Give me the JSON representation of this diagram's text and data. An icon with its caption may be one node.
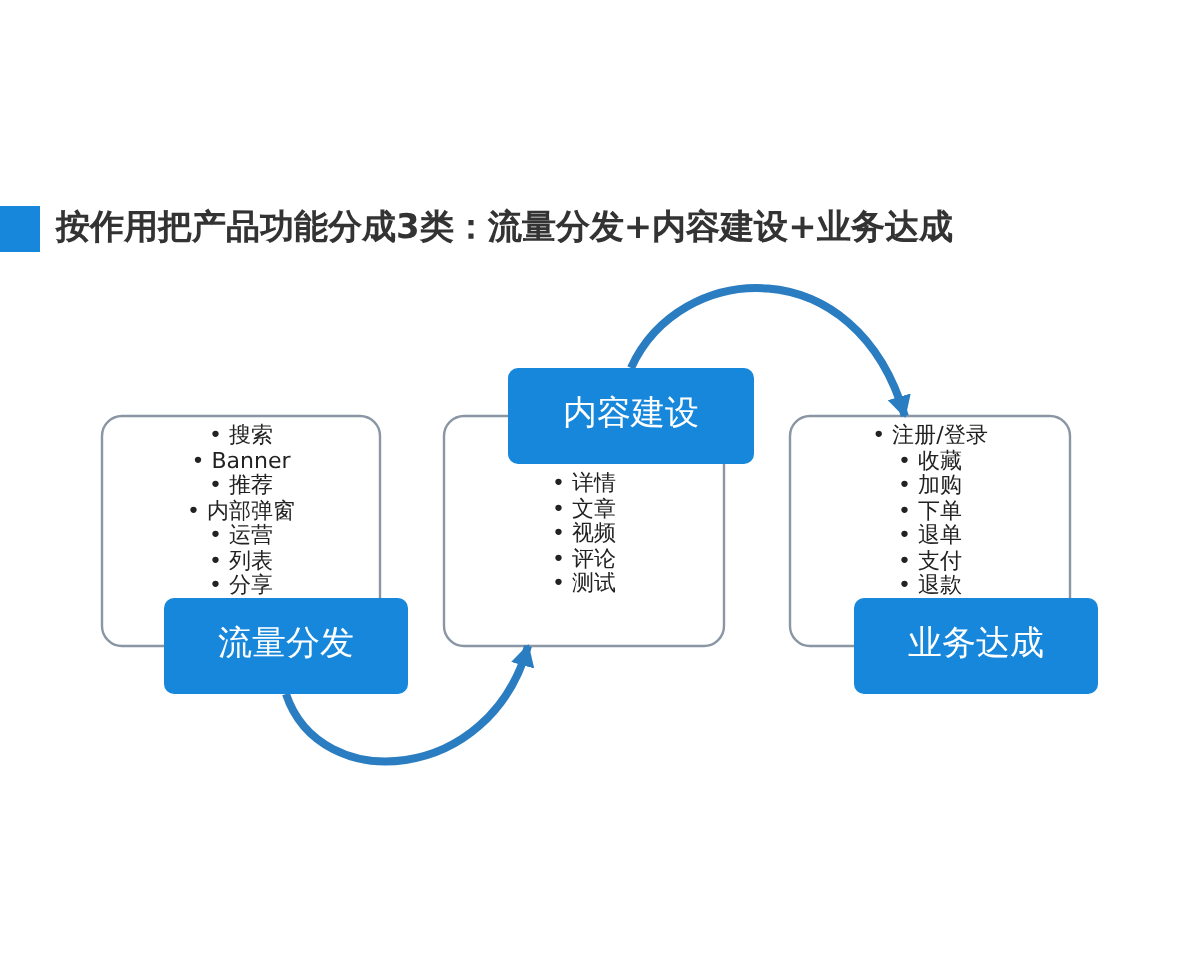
{
  "diagram": {
    "title": "按作用把产品功能分成3类：流量分发+内容建设+业务达成",
    "nodes": [
      {
        "text": [
          "• 搜索",
          "• Banner",
          "• 推荐",
          "• 内部弹窗",
          "• 运营",
          "• 列表",
          "• 分享"
        ]
      },
      {
        "text": [
          "流量分发"
        ]
      },
      {
        "text": [
          "内容建设"
        ]
      },
      {
        "text": [
          "• 详情",
          "• 文章",
          "• 视频",
          "• 评论",
          "• 测试"
        ]
      },
      {
        "text": [
          "• 注册/登录",
          "• 收藏",
          "• 加购",
          "• 下单",
          "• 退单",
          "• 支付",
          "• 退款"
        ]
      },
      {
        "text": [
          "业务达成"
        ]
      }
    ],
    "edges": [
      {
        "from": 1,
        "to": 3,
        "arrow": "to"
      },
      {
        "from": 2,
        "to": 4,
        "arrow": "to"
      }
    ]
  }
}
